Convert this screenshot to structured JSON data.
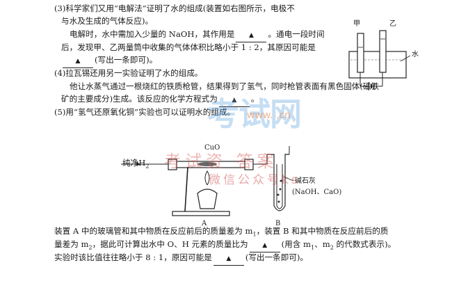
{
  "q3": {
    "line1": "(3)科学家们又用“电解法”证明了水的组成(装置如右图所示，电极不",
    "line2": "与水及生成的气体反应)。",
    "line3a": "电解时，水中需加入少量的 NaOH，其作用是",
    "line3b": "。通电一段时间",
    "line4a": "后，发现甲、乙两量筒中收集的气体体积比略小于 1 : 2，其原因可能是",
    "line5b": "(写出一条即可)。"
  },
  "q4": {
    "line1": "(4)拉瓦锡还用另一实验证明了水的组成。",
    "line2": "他让水蒸气通过一根烧红的铁质枪管，结果得到了氢气，同时枪管表面有黑色固体(磁铁",
    "line3a": "矿的主要成分)生成。该反应的化学方程式为",
    "line3b": "。"
  },
  "q5": {
    "line1": "(5)用“氢气还原氧化铜”实验也可以证明水的组成。"
  },
  "diagram": {
    "label_jia": "甲",
    "label_yi": "乙",
    "label_water": "水",
    "label_h2": "纯净H",
    "label_h2_sub": "2",
    "label_cuo": "CuO",
    "label_a": "A",
    "label_b": "B",
    "label_lime": "碱石灰",
    "label_lime_formula": "(NaOH、CaO)"
  },
  "conclusion": {
    "line1a": "装置 A 中的玻璃管和其中物质在反应前后的质量差为 m",
    "line1a_sub": "1",
    "line1b": "，装置 B 和其中物质在反应前后的质",
    "line2a": "量差为 m",
    "line2a_sub": "2",
    "line2b": "，据此可计算出水中 O、H 元素的质量比为",
    "line2c": "(用含 m",
    "line2c_sub1": "1",
    "line2c_mid": "、m",
    "line2c_sub2": "2",
    "line2d": " 的代数式表示)。",
    "line3a": "实验时该比值往往略小于 8 : 1，原因可能是",
    "line3b": "(写出一条即可)。"
  },
  "blank_marker": "▲",
  "watermark": {
    "site": "考试网",
    "url": "www.                    .cn",
    "red1": "考试资 答案",
    "red2": "微信公众号ks "
  }
}
